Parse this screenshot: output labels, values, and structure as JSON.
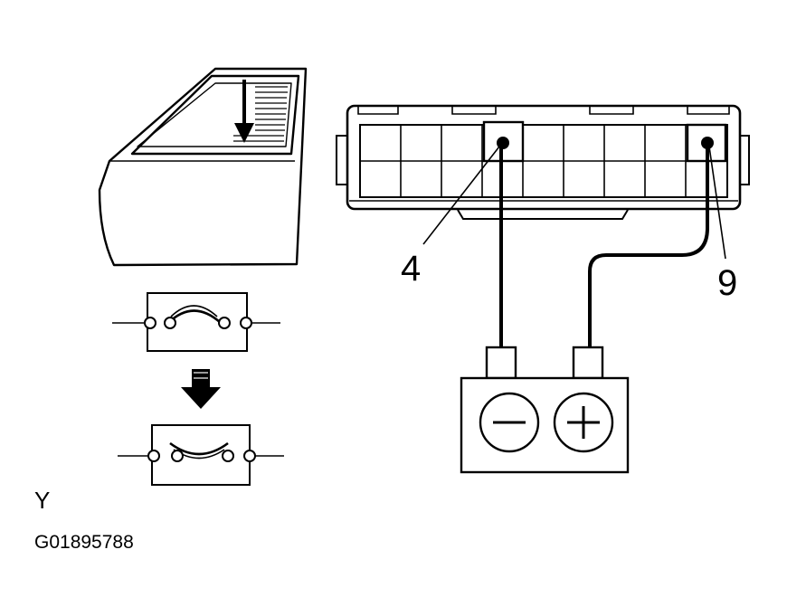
{
  "labels": {
    "pin_a": "4",
    "pin_b": "9",
    "view_letter": "Y",
    "figure_id": "G01895788"
  },
  "terminals": {
    "negative_symbol": "minus-icon",
    "positive_symbol": "plus-icon"
  },
  "colors": {
    "ink": "#000000",
    "paper": "#ffffff"
  }
}
